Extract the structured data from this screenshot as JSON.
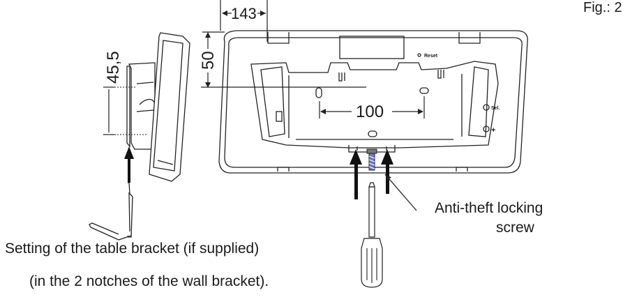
{
  "figure_label": "Fig.: 2",
  "dimensions": {
    "offset": "143",
    "height": "50",
    "spacing": "100",
    "side_height": "45,5"
  },
  "device_markings": {
    "reset": "Reset",
    "sel": "Sel.",
    "plus": "+"
  },
  "callout": {
    "line1": "Anti-theft locking",
    "line2": "screw"
  },
  "caption": {
    "line1": "Setting of the table bracket (if supplied)",
    "line2": "(in the 2 notches of the wall bracket)."
  }
}
